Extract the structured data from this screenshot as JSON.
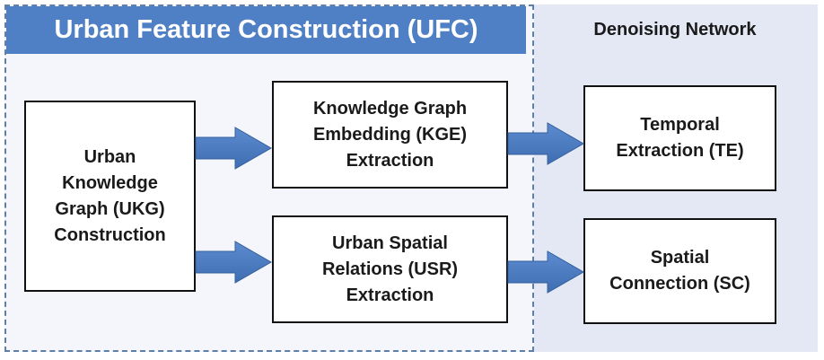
{
  "ufc": {
    "title": "Urban Feature Construction (UFC)"
  },
  "denoising": {
    "title": "Denoising Network"
  },
  "boxes": {
    "ukg": "Urban\nKnowledge\nGraph (UKG)\nConstruction",
    "kge": "Knowledge Graph\nEmbedding (KGE)\nExtraction",
    "usr": "Urban Spatial\nRelations (USR)\nExtraction",
    "te": "Temporal\nExtraction (TE)",
    "sc": "Spatial\nConnection (SC)"
  },
  "colors": {
    "banner": "#4f7fc4",
    "arrow": "#4a78bd",
    "denoising_bg": "#e4e8f4"
  }
}
